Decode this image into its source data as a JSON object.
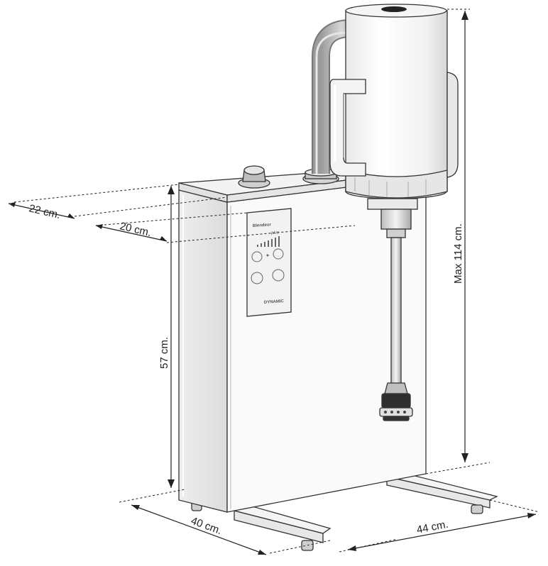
{
  "dimensions": {
    "top_depth": "22 cm.",
    "panel_depth": "20 cm.",
    "body_height": "57 cm.",
    "max_height": "Max 114 cm.",
    "base_width": "40 cm.",
    "base_depth": "44 cm."
  },
  "panel": {
    "brand": "Blendeur",
    "model": "plus",
    "maker": "DYNAMIC"
  },
  "colors": {
    "line": "#222222",
    "body_fill": "#f7f7f7",
    "shade": "#c9c9c9"
  }
}
